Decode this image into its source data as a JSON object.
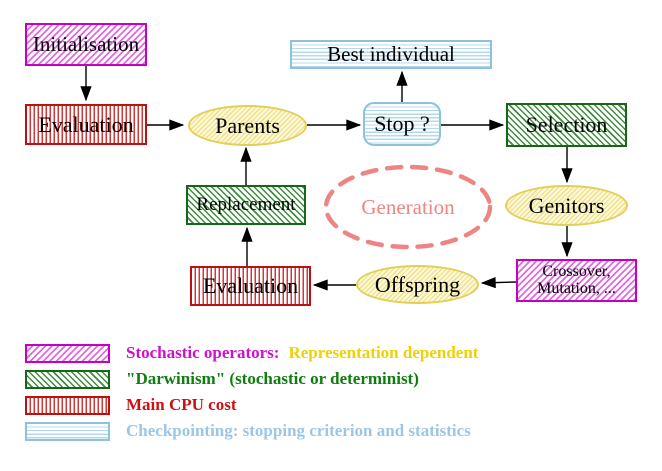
{
  "diagram": {
    "nodes": {
      "initialisation": {
        "label": "Initialisation"
      },
      "evaluation_top": {
        "label": "Evaluation"
      },
      "parents": {
        "label": "Parents"
      },
      "best_individual": {
        "label": "Best individual"
      },
      "stop": {
        "label": "Stop ?"
      },
      "selection": {
        "label": "Selection"
      },
      "replacement": {
        "label": "Replacement"
      },
      "generation": {
        "label": "Generation"
      },
      "genitors": {
        "label": "Genitors"
      },
      "crossover": {
        "line1": "Crossover,",
        "line2": "Mutation, ..."
      },
      "offspring": {
        "label": "Offspring"
      },
      "evaluation_bottom": {
        "label": "Evaluation"
      }
    }
  },
  "legend": {
    "items": [
      {
        "swatch": "magenta-hatch",
        "text_primary": "Stochastic operators:",
        "text_secondary": "Representation dependent"
      },
      {
        "swatch": "green-hatch",
        "text_primary": "\"Darwinism\" (stochastic or determinist)"
      },
      {
        "swatch": "red-vertical-stripes",
        "text_primary": "Main CPU cost"
      },
      {
        "swatch": "cyan-horizontal-stripes",
        "text_primary": "Checkpointing: stopping criterion and statistics"
      }
    ]
  },
  "colors": {
    "magenta_border": "#c400c4",
    "magenta_hatch": "#e06ae0",
    "green_border": "#176617",
    "green_hatch": "#3e8e3e",
    "red_border": "#bb1111",
    "red_stripe": "#cc3a3a",
    "cyan_border": "#8cc2dc",
    "cyan_stripe": "#b4d9ea",
    "yellow_border": "#e2cf58",
    "yellow_fill": "#fdf8d8",
    "generation_salmon": "#ee8585",
    "legend_magenta_text": "#cf10cf",
    "legend_gold_text": "#efd104",
    "legend_green_text": "#0f7d0f",
    "legend_red_text": "#cc1111",
    "legend_cyan_text": "#9cc6e8"
  }
}
